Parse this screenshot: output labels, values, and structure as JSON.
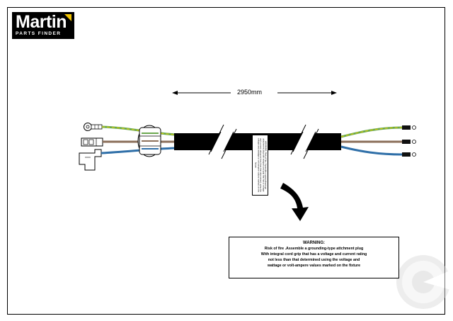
{
  "logo": {
    "name": "Martin",
    "subtitle": "PARTS FINDER",
    "accent_color": "#f2c400"
  },
  "dimension": {
    "label": "2950mm"
  },
  "cable": {
    "jacket_color": "#000000",
    "wires": [
      {
        "color": "#6aa84f",
        "stripe": "#e6d200",
        "role": "earth"
      },
      {
        "color": "#8b6f5a",
        "role": "brown"
      },
      {
        "color": "#2f6fa8",
        "role": "blue"
      }
    ]
  },
  "tag": {
    "text": "WARNING: Risk of fire. Assemble a grounding-type attachment plug with integral cord grip that has a voltage and current rating not less than that determined using the voltage and wattage or volt-ampere values marked on the fixture"
  },
  "warning": {
    "title": "WARNING:",
    "lines": [
      "Risk of fire .Assemble a grounding-type attchment plug",
      "With integral cord grip that has a voltage and current rating",
      "not less than that determined using the voltage and",
      "wattage or volt-ampere values marked on the fixture"
    ]
  }
}
